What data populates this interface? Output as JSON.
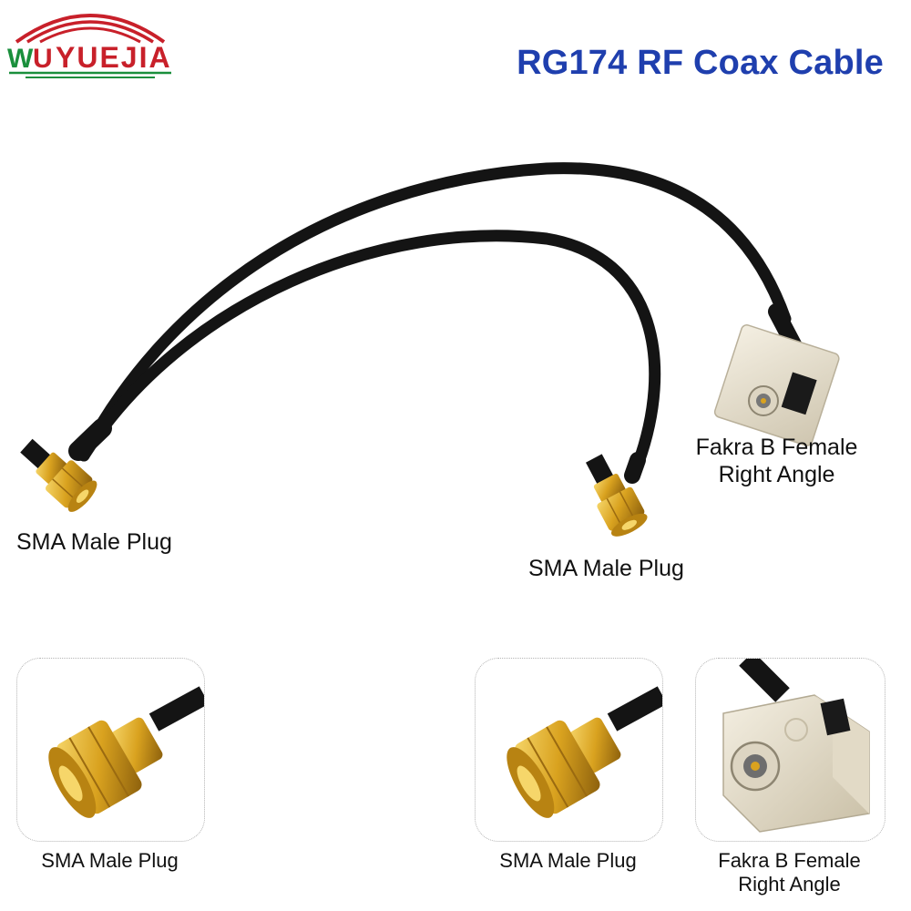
{
  "brand": {
    "name": "YUEJIA",
    "prefix": "WU",
    "colors": {
      "red": "#c8202a",
      "green": "#1a8f3c"
    }
  },
  "title": "RG174 RF Coax Cable",
  "main": {
    "left_connector_label": "SMA Male Plug",
    "middle_connector_label": "SMA Male Plug",
    "right_connector_label_line1": "Fakra B Female",
    "right_connector_label_line2": "Right Angle"
  },
  "thumbnails": [
    {
      "label": "SMA Male Plug",
      "icon": "sma-male-plug-photo"
    },
    {
      "label": "SMA Male Plug",
      "icon": "sma-male-plug-photo"
    },
    {
      "label_line1": "Fakra B Female",
      "label_line2": "Right Angle",
      "icon": "fakra-b-female-photo"
    }
  ],
  "colors": {
    "title": "#1f3fae",
    "cable": "#141414",
    "gold": "#d9a21f",
    "fakra_body": "#e9e3d2"
  }
}
